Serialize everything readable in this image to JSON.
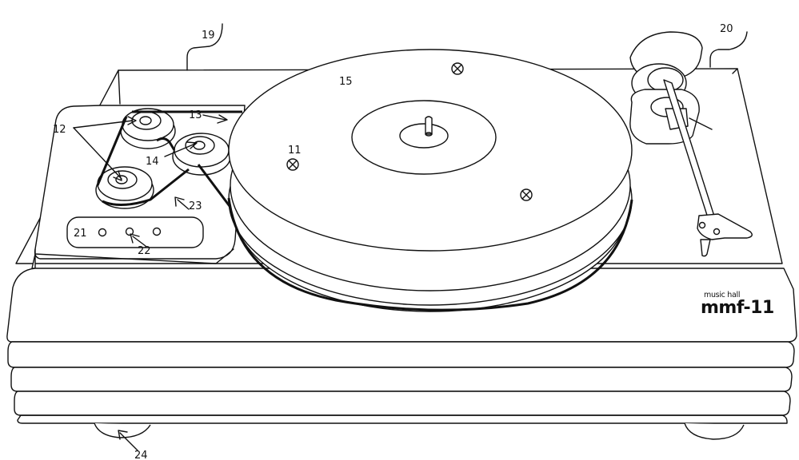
{
  "diagram": {
    "callouts": {
      "c11": "11",
      "c12": "12",
      "c13": "13",
      "c14": "14",
      "c15": "15",
      "c19": "19",
      "c20": "20",
      "c21": "21",
      "c22": "22",
      "c23": "23",
      "c24": "24"
    },
    "brand": {
      "maker": "music hall",
      "model": "mmf-11"
    }
  }
}
